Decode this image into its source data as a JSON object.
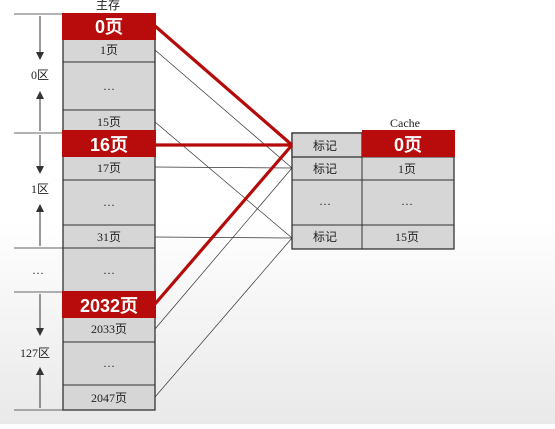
{
  "main_memory": {
    "title": "主存",
    "cells": [
      "0页",
      "1页",
      "…",
      "15页",
      "16页",
      "17页",
      "…",
      "31页",
      "…",
      "2032页",
      "2033页",
      "…",
      "2047页"
    ],
    "zones": [
      "0区",
      "1区",
      "…",
      "127区"
    ]
  },
  "cache": {
    "title": "Cache",
    "tags": [
      "标记",
      "标记",
      "…",
      "标记"
    ],
    "blocks": [
      "0页",
      "1页",
      "…",
      "15页"
    ]
  },
  "highlights": {
    "color": "#b80b0b",
    "memory": [
      "0页",
      "16页",
      "2032页"
    ],
    "cache_tag": "标记",
    "cache_block": "0页"
  }
}
